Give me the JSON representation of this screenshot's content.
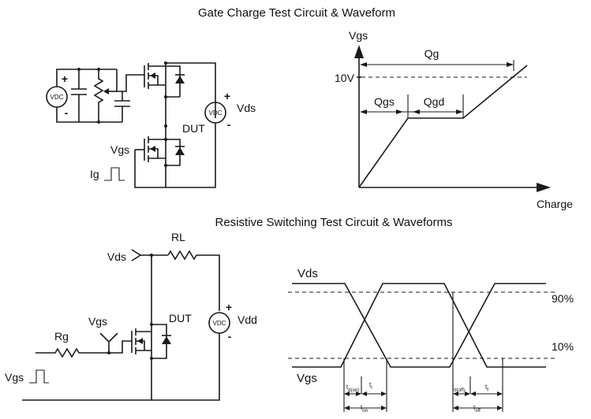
{
  "gate_charge": {
    "title": "Gate Charge Test Circuit & Waveform",
    "circuit": {
      "vdc_left": "VDC",
      "vdc_right": "VDC",
      "plus": "+",
      "minus": "-",
      "vds": "Vds",
      "dut": "DUT",
      "vgs": "Vgs",
      "ig": "Ig"
    },
    "waveform": {
      "y_axis": "Vgs",
      "x_axis": "Charge",
      "level": "10V",
      "qg": "Qg",
      "qgs": "Qgs",
      "qgd": "Qgd"
    }
  },
  "resistive_switching": {
    "title": "Resistive Switching Test Circuit & Waveforms",
    "circuit": {
      "vds": "Vds",
      "rl": "RL",
      "vgs": "Vgs",
      "dut": "DUT",
      "rg": "Rg",
      "vdd": "Vdd",
      "vdc": "VDC",
      "plus": "+",
      "minus": "-",
      "vgs_pulse": "Vgs"
    },
    "waveform": {
      "vds": "Vds",
      "vgs": "Vgs",
      "pct_high": "90%",
      "pct_low": "10%",
      "t": "t",
      "sub_don": "d(on)",
      "sub_r": "r",
      "sub_on": "on",
      "sub_doff": "d(off)",
      "sub_f": "f",
      "sub_off": "off"
    }
  }
}
